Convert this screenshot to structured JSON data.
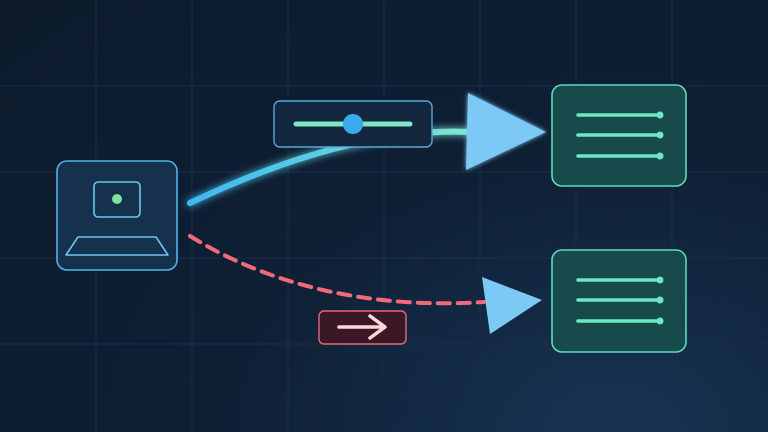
{
  "diagram": {
    "source_node": {
      "icon": "laptop-icon"
    },
    "targets": [
      {
        "icon": "list-icon",
        "lines": 3
      },
      {
        "icon": "list-icon",
        "lines": 3
      }
    ],
    "edges": [
      {
        "style": "solid",
        "label_icon": "slider-icon",
        "slider_value": 0.5
      },
      {
        "style": "dashed",
        "label_icon": "arrow-right-icon"
      }
    ],
    "colors": {
      "background": "#0f2035",
      "grid": "#1d3148",
      "node_fill": "#15314d",
      "node_stroke": "#4fb3ea",
      "target_fill": "#174a4a",
      "target_stroke": "#5fd9c0",
      "list_line": "#6ee7c5",
      "solid_edge_start": "#3fb8f0",
      "solid_edge_end": "#7fe6d2",
      "dashed_edge": "#f26a7a",
      "arrowhead": "#7cc9f5",
      "slider_knob": "#3aa9ee",
      "dot": "#7ee3a1",
      "badge_fill": "#3a1825",
      "badge_stroke": "#e0687a",
      "badge_arrow": "#fbd7dc"
    }
  }
}
